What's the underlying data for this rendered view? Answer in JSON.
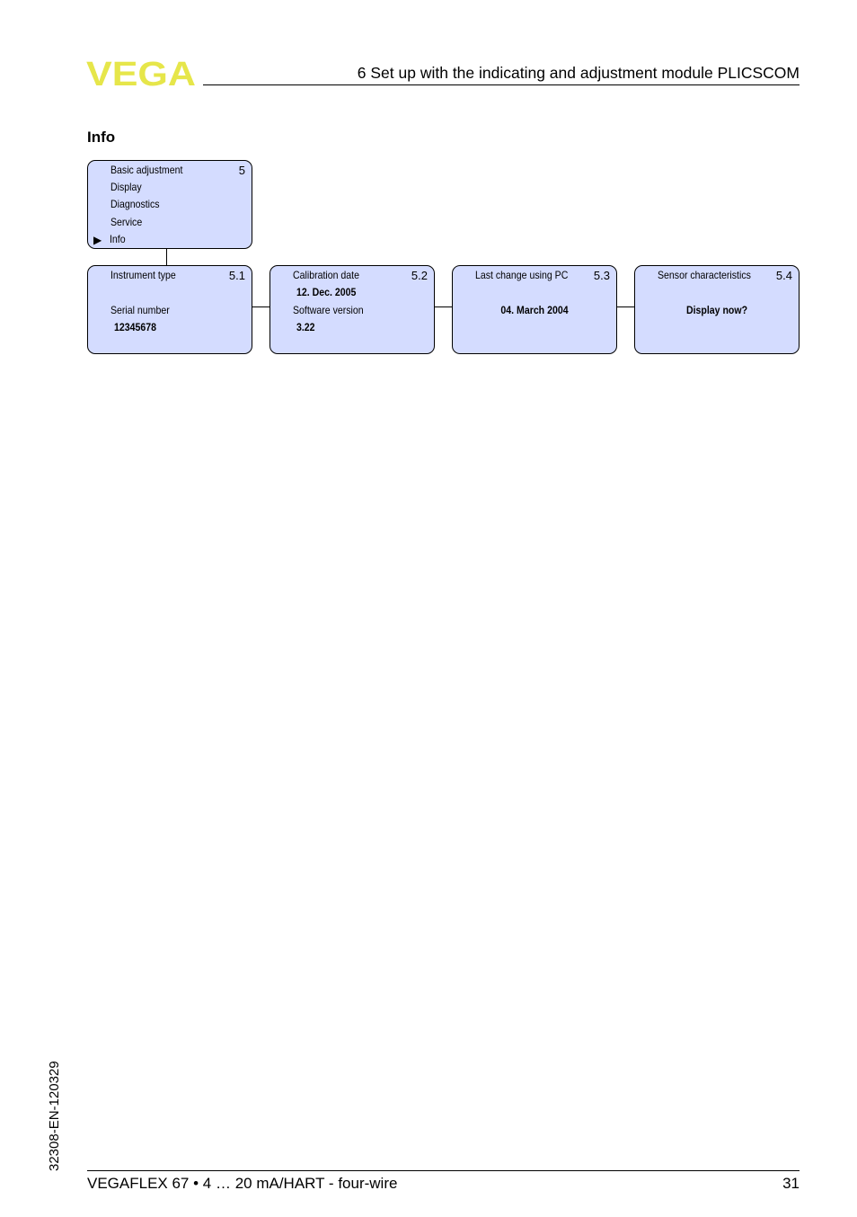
{
  "header": {
    "logo_text": "VEGA",
    "logo_color": "#e6e64a",
    "chapter": "6   Set up with the indicating and adjustment module PLICSCOM"
  },
  "section_heading": "Info",
  "main_menu": {
    "items": [
      "Basic adjustment",
      "Display",
      "Diagnostics",
      "Service",
      "Info"
    ],
    "number": "5",
    "selected_marker": "▶"
  },
  "info_boxes": [
    {
      "number": "5.1",
      "label_1": "Instrument type",
      "label_2": "Serial number",
      "value_2": "12345678"
    },
    {
      "number": "5.2",
      "label_1": "Calibration date",
      "value_1": "12. Dec. 2005",
      "label_2": "Software version",
      "value_2": "3.22"
    },
    {
      "number": "5.3",
      "label_1": "Last change using PC",
      "value_1": "04. March 2004"
    },
    {
      "number": "5.4",
      "label_1": "Sensor characteristics",
      "value_1": "Display now?"
    }
  ],
  "colors": {
    "box_fill": "#d4dcff"
  },
  "footer": {
    "product": "VEGAFLEX 67 • 4 … 20 mA/HART - four-wire",
    "page_number": "31",
    "doc_id": "32308-EN-120329"
  }
}
